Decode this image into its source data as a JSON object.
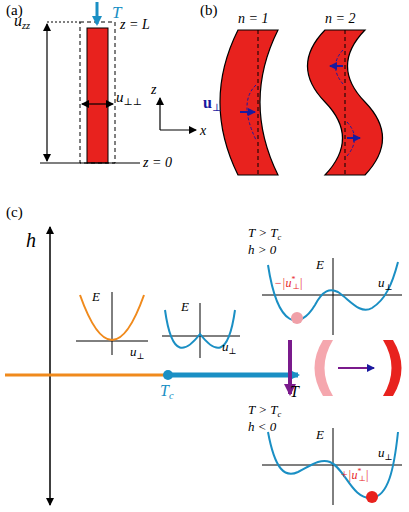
{
  "diagram": {
    "labels": [
      "(a)",
      "T",
      "z = L",
      "u",
      "zz",
      "u",
      "⊥⊥",
      "z",
      "x",
      "z = 0",
      "(b)",
      "n = 1",
      "n = 2",
      "u",
      "⊥",
      "(c)",
      "h",
      "E",
      "u",
      "⊥",
      "E",
      "u",
      "⊥",
      "T > T",
      "c",
      "h > 0",
      "E",
      "u",
      "⊥",
      "−|u",
      "*",
      "⊥",
      "|",
      "T",
      "c",
      "T",
      "T > T",
      "c",
      "h < 0",
      "E",
      "u",
      "⊥",
      "+|u",
      "*",
      "⊥",
      "|"
    ]
  }
}
